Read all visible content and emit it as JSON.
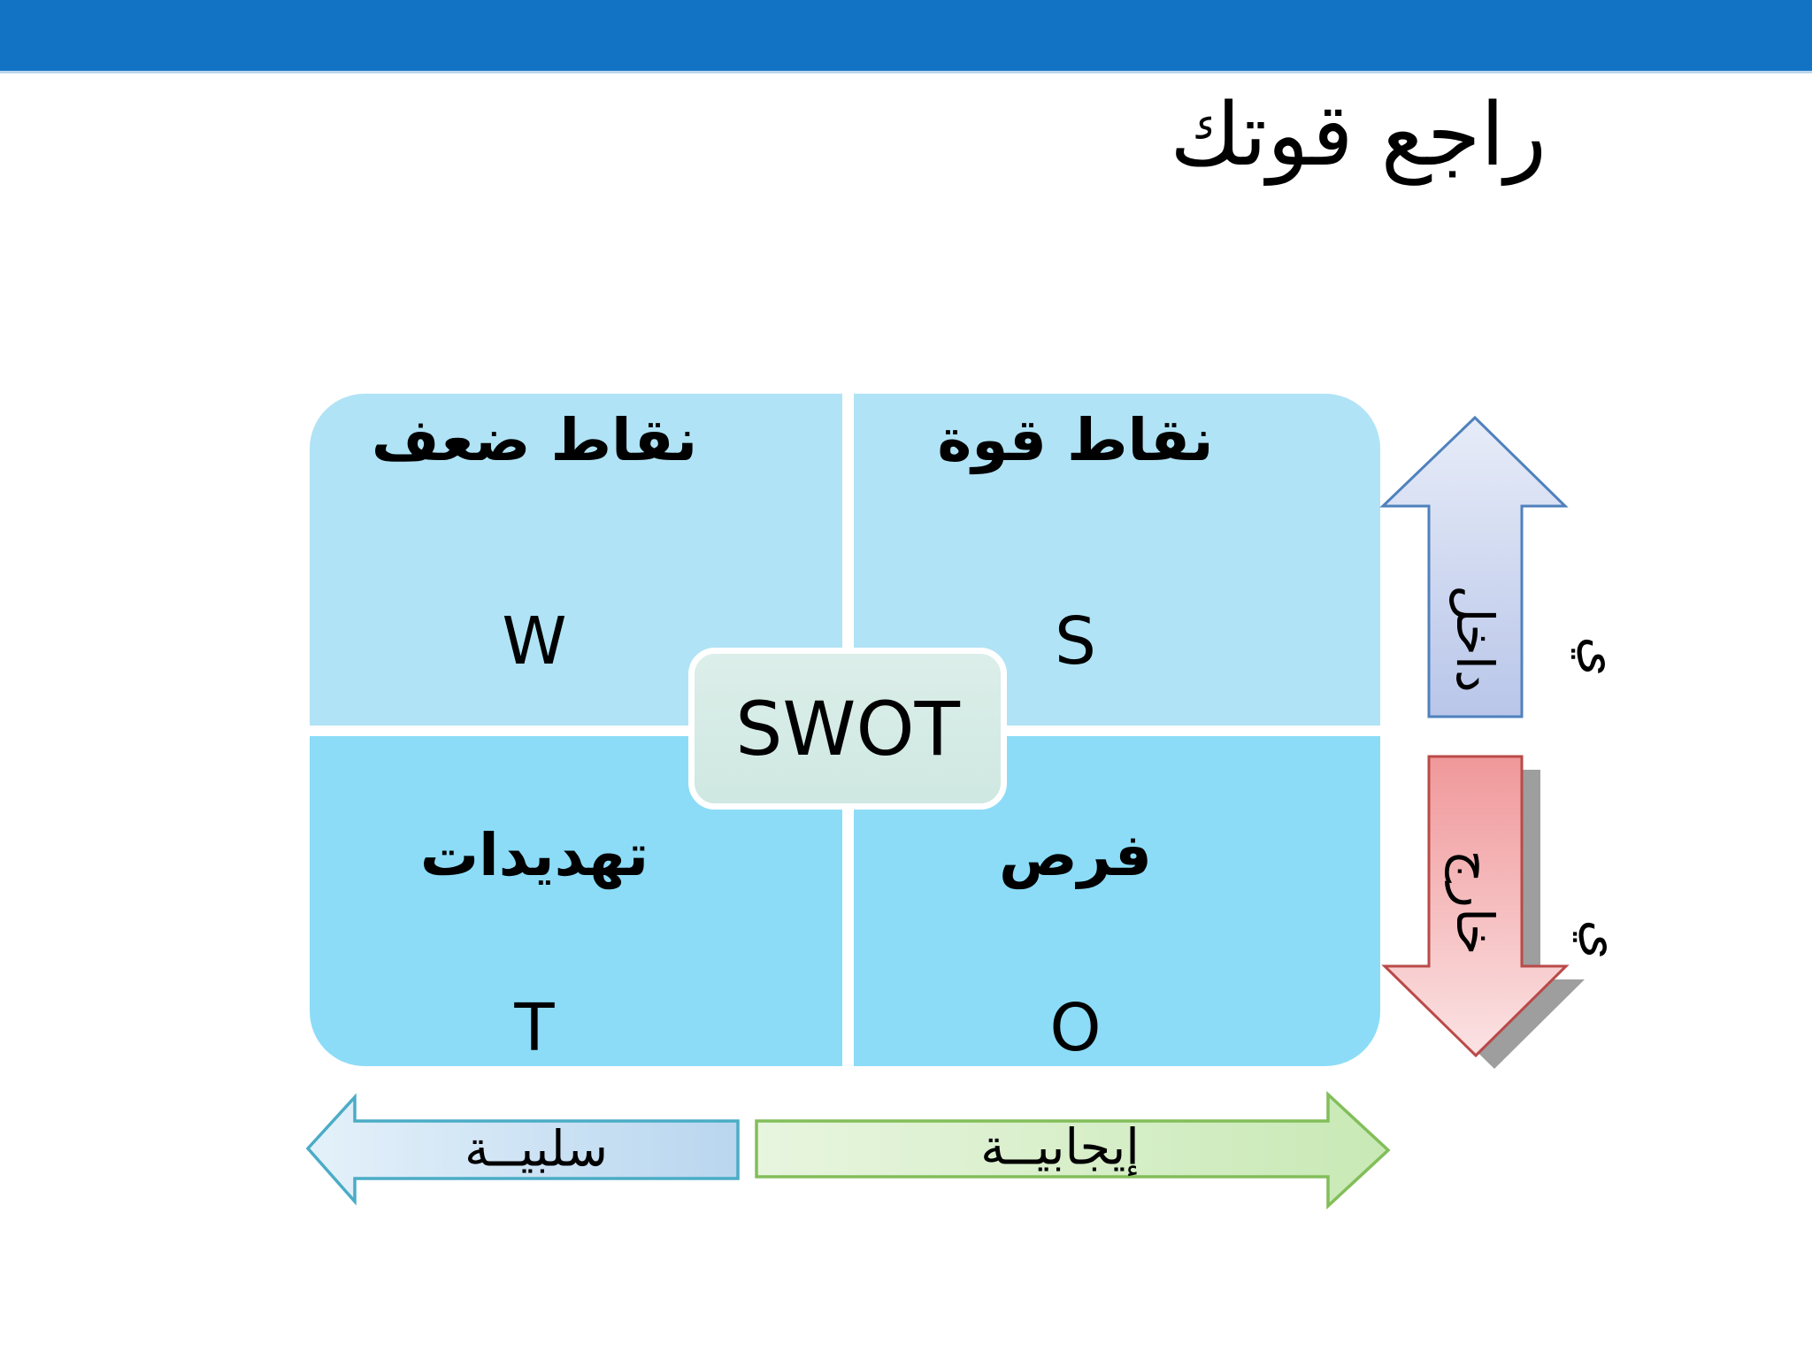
{
  "slide": {
    "title": "راجع قوتك",
    "header_bar_color": "#1273C4",
    "background_color": "#FFFFFF"
  },
  "matrix": {
    "center_label": "SWOT",
    "colors": {
      "top_quadrant_fill": "#B0E3F5",
      "bottom_quadrant_fill": "#8CDCF7",
      "center_box_fill": "#D6ECE5",
      "divider": "#FFFFFF"
    },
    "quadrants": [
      {
        "position": "top-left",
        "label": "نقاط ضعف",
        "letter": "W"
      },
      {
        "position": "top-right",
        "label": "نقاط قوة",
        "letter": "S"
      },
      {
        "position": "bottom-left",
        "label": "تهديدات",
        "letter": "T"
      },
      {
        "position": "bottom-right",
        "label": "فرص",
        "letter": "O"
      }
    ]
  },
  "side_arrows": {
    "internal": {
      "direction": "up",
      "label_inside": "داخل",
      "label_overflow": "ي",
      "border_color": "#4F81BD",
      "fill_light": "#E7ECF8",
      "fill_dark": "#B9C6E9"
    },
    "external": {
      "direction": "down",
      "label_inside": "خارج",
      "label_overflow": "ي",
      "border_color": "#B94A48",
      "fill_dark": "#F0989A",
      "fill_light": "#FBE3E4",
      "shadow_color": "#9E9E9E"
    }
  },
  "bottom_arrows": {
    "negative": {
      "direction": "left",
      "label": "سلبيــة",
      "border_color": "#4BACC6",
      "fill_light": "#E4F1FA",
      "fill_dark": "#B9D6EF"
    },
    "positive": {
      "direction": "right",
      "label": "إيجابيــة",
      "border_color": "#82BE5A",
      "fill_light": "#E8F5DF",
      "fill_dark": "#C8E9B5"
    }
  }
}
